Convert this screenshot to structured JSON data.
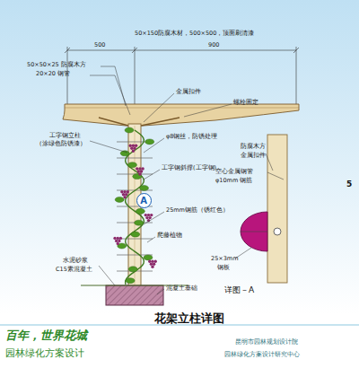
{
  "diagram": {
    "title": "花架立柱详图",
    "nodes": [
      {
        "text": [
          "A"
        ]
      }
    ],
    "labels": [
      "50×150防腐木材，500×500，顶面刷清漆",
      "900",
      "500",
      "50×50×25 防腐木方",
      "20×20 钢管",
      "金属扣件",
      "螺栓固定",
      "工字钢立柱",
      "（涂绿色防锈漆）",
      "φ8钢丝，防锈处理",
      "工字钢斜撑(工字钢)",
      "25mm钢筋（锈红色）",
      "爬藤植物",
      "水泥砂浆",
      "C15素混凝土",
      "混凝土基础",
      "防腐木方",
      "金属扣件",
      "空心金属钢管",
      "φ10mm 钢筋",
      "25×3mm",
      "钢板",
      "详图－A",
      "5",
      "百年，世界花城",
      "园林绿化方案设计",
      "昆明市园林规划设计院",
      "园林绿化方案设计研究中心"
    ]
  }
}
